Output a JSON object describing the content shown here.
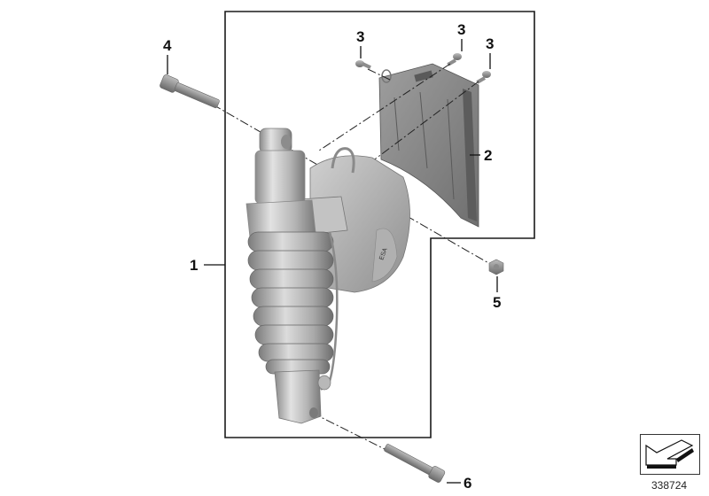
{
  "diagram": {
    "title": "Shock absorber with ESA parts diagram",
    "catalog_number": "338724",
    "engraving_label": "ESA",
    "colors": {
      "frame": "#1a1a1a",
      "part_light": "#d9d9d9",
      "part_mid": "#a8a8a8",
      "part_dark": "#6e6e6e",
      "text": "#111111"
    },
    "callouts": [
      {
        "id": "1",
        "label": "1",
        "part": "shock-absorber-assembly"
      },
      {
        "id": "2",
        "label": "2",
        "part": "cover-bracket"
      },
      {
        "id": "3a",
        "label": "3",
        "part": "screw-left"
      },
      {
        "id": "3b",
        "label": "3",
        "part": "screw-middle"
      },
      {
        "id": "3c",
        "label": "3",
        "part": "screw-right"
      },
      {
        "id": "4",
        "label": "4",
        "part": "upper-bolt"
      },
      {
        "id": "5",
        "label": "5",
        "part": "nut"
      },
      {
        "id": "6",
        "label": "6",
        "part": "lower-bolt"
      }
    ],
    "navigation": {
      "icon": "arrow-back-icon"
    }
  }
}
